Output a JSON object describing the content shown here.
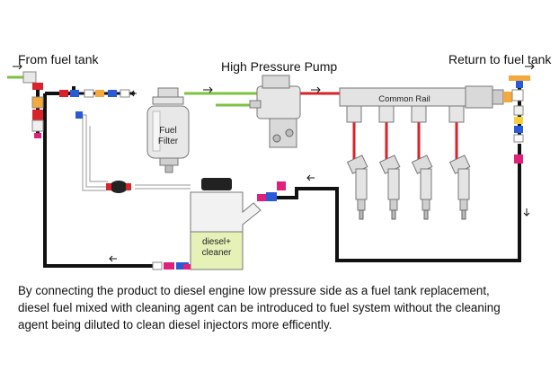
{
  "labels": {
    "from_fuel_tank": "From fuel tank",
    "high_pressure_pump": "High Pressure Pump",
    "return_to_fuel_tank": "Return to fuel tank",
    "common_rail": "Common Rail",
    "fuel_filter_line1": "Fuel",
    "fuel_filter_line2": "Filter",
    "container_line1": "diesel+",
    "container_line2": "cleaner"
  },
  "caption": {
    "line1": "By connecting the product to diesel engine low pressure side as a fuel tank replacement,",
    "line2": "diesel fuel mixed with cleaning agent can be introduced to fuel system without the cleaning",
    "line3": "agent being diluted to clean diesel injectors more efficently."
  },
  "icons": {
    "flow_arrow": "black-arrow",
    "injector": "fuel-injector-icon"
  },
  "colors": {
    "low_pressure_line": "#111111",
    "supply_line": "#7ec242",
    "high_pressure_line": "#d8232a",
    "connector_magenta": "#e0207a",
    "connector_blue": "#2a5bd7",
    "container_liquid": "#e6f1b8"
  }
}
